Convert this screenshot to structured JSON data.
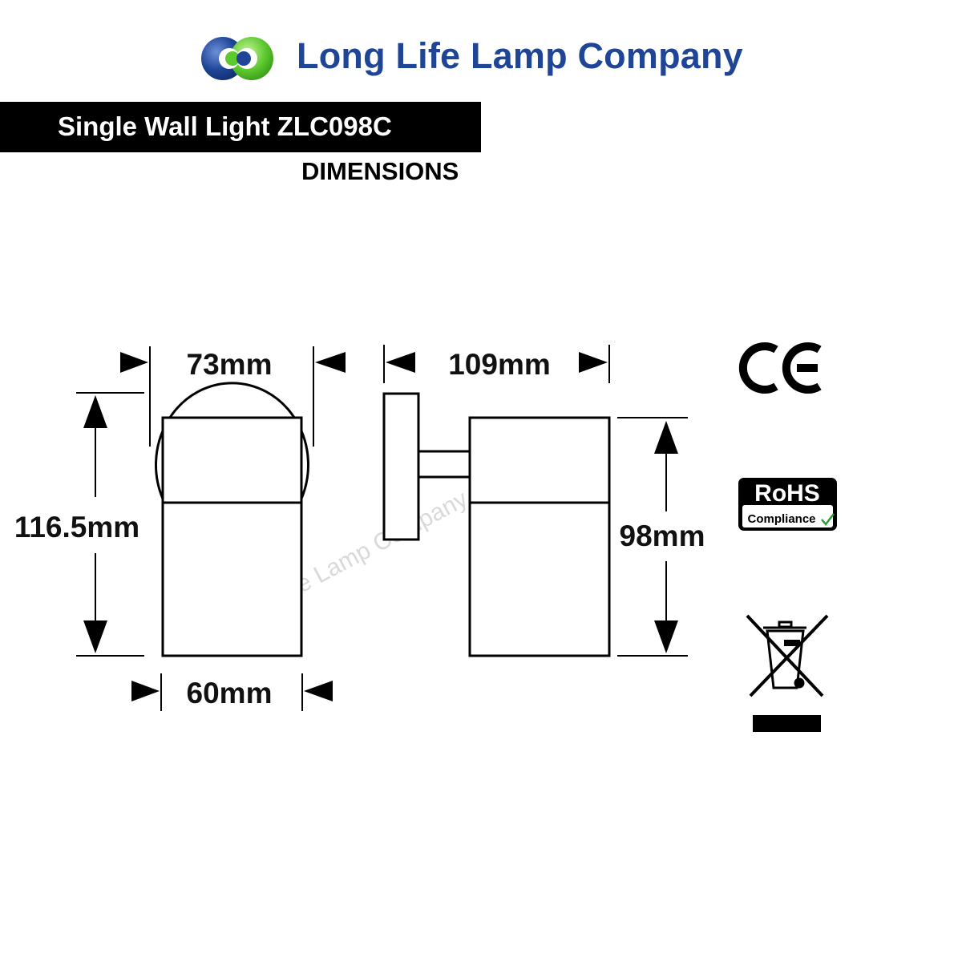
{
  "brand": {
    "name": "Long Life Lamp Company",
    "primary_color": "#1f4597",
    "accent_color": "#5cc92e",
    "logo_icon": "company-logo-icon"
  },
  "product": {
    "title": "Single Wall Light ZLC098C",
    "section": "DIMENSIONS"
  },
  "dimensions": {
    "front_top_width": "73mm",
    "front_height": "116.5mm",
    "front_bottom_width": "60mm",
    "side_depth": "109mm",
    "side_height": "98mm"
  },
  "watermark": "Long Life Lamp Company",
  "certifications": {
    "ce": "CE",
    "rohs_title": "RoHS",
    "rohs_sub": "Compliance",
    "weee_icon": "crossed-bin-icon"
  }
}
